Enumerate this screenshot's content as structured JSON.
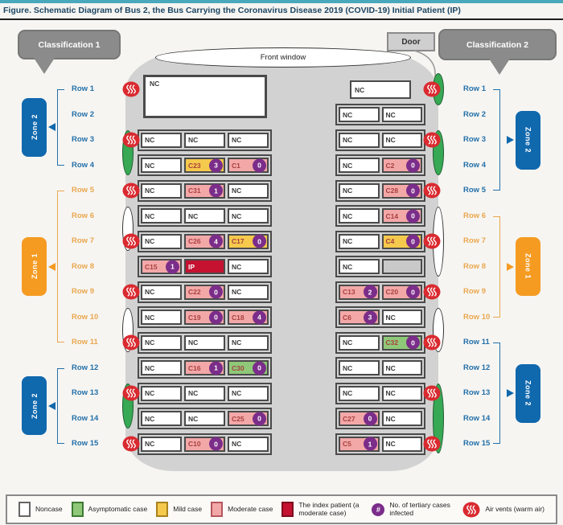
{
  "title": "Figure. Schematic Diagram of Bus 2, the Bus Carrying the Coronavirus Disease 2019 (COVID-19) Initial Patient (IP)",
  "labels": {
    "classification1": "Classification 1",
    "classification2": "Classification 2",
    "door": "Door",
    "front_window": "Front window"
  },
  "colors": {
    "zone2_blue": "#1068ad",
    "zone1_orange": "#f59b22",
    "row_label_blue": "#2470a8",
    "row_label_orange": "#eaa74e",
    "mild": "#f5c94c",
    "moderate": "#f3a8a8",
    "asymptomatic": "#8fc878",
    "index": "#c41230",
    "noncase": "#ffffff",
    "empty_seat": "#c9c9c9",
    "tertiary_purple": "#7b2d8a",
    "vent_red": "#d92a30",
    "case_label": "#a8403f",
    "bus_gray": "#d2d2d2"
  },
  "row_labels": [
    "Row 1",
    "Row 2",
    "Row 3",
    "Row 4",
    "Row 5",
    "Row 6",
    "Row 7",
    "Row 8",
    "Row 9",
    "Row 10",
    "Row 11",
    "Row 12",
    "Row 13",
    "Row 14",
    "Row 15"
  ],
  "zones": {
    "left": [
      {
        "label": "Zone 2",
        "type": "zone2",
        "rows": [
          1,
          4
        ]
      },
      {
        "label": "Zone 1",
        "type": "zone1",
        "rows": [
          5,
          11
        ]
      },
      {
        "label": "Zone 2",
        "type": "zone2",
        "rows": [
          12,
          15
        ]
      }
    ],
    "right": [
      {
        "label": "Zone 2",
        "type": "zone2",
        "rows": [
          1,
          5
        ]
      },
      {
        "label": "Zone 1",
        "type": "zone1",
        "rows": [
          6,
          10
        ]
      },
      {
        "label": "Zone 2",
        "type": "zone2",
        "rows": [
          11,
          15
        ]
      }
    ]
  },
  "seats_left": [
    {
      "row": "1-2",
      "seats": [
        {
          "label": "NC",
          "type": "noncase"
        }
      ]
    },
    {
      "row": "3",
      "seats": [
        {
          "label": "NC",
          "type": "noncase"
        },
        {
          "label": "NC",
          "type": "noncase"
        },
        {
          "label": "NC",
          "type": "noncase"
        }
      ]
    },
    {
      "row": "4",
      "seats": [
        {
          "label": "NC",
          "type": "noncase"
        },
        {
          "label": "C23",
          "type": "mild",
          "count": 3
        },
        {
          "label": "C1",
          "type": "moderate",
          "count": 0
        }
      ]
    },
    {
      "row": "5",
      "seats": [
        {
          "label": "NC",
          "type": "noncase"
        },
        {
          "label": "C31",
          "type": "moderate",
          "count": 1
        },
        {
          "label": "NC",
          "type": "noncase"
        }
      ]
    },
    {
      "row": "6",
      "seats": [
        {
          "label": "NC",
          "type": "noncase"
        },
        {
          "label": "NC",
          "type": "noncase"
        },
        {
          "label": "NC",
          "type": "noncase"
        }
      ]
    },
    {
      "row": "7",
      "seats": [
        {
          "label": "NC",
          "type": "noncase"
        },
        {
          "label": "C26",
          "type": "moderate",
          "count": 4
        },
        {
          "label": "C17",
          "type": "mild",
          "count": 0
        }
      ]
    },
    {
      "row": "8",
      "seats": [
        {
          "label": "C15",
          "type": "moderate",
          "count": 1
        },
        {
          "label": "IP",
          "type": "index"
        },
        {
          "label": "NC",
          "type": "noncase"
        }
      ]
    },
    {
      "row": "9",
      "seats": [
        {
          "label": "NC",
          "type": "noncase"
        },
        {
          "label": "C22",
          "type": "moderate",
          "count": 0
        },
        {
          "label": "NC",
          "type": "noncase"
        }
      ]
    },
    {
      "row": "10",
      "seats": [
        {
          "label": "NC",
          "type": "noncase"
        },
        {
          "label": "C19",
          "type": "moderate",
          "count": 0
        },
        {
          "label": "C18",
          "type": "moderate",
          "count": 4
        }
      ]
    },
    {
      "row": "11",
      "seats": [
        {
          "label": "NC",
          "type": "noncase"
        },
        {
          "label": "NC",
          "type": "noncase"
        },
        {
          "label": "NC",
          "type": "noncase"
        }
      ]
    },
    {
      "row": "12",
      "seats": [
        {
          "label": "NC",
          "type": "noncase"
        },
        {
          "label": "C16",
          "type": "moderate",
          "count": 1
        },
        {
          "label": "C30",
          "type": "asymptomatic",
          "count": 0
        }
      ]
    },
    {
      "row": "13",
      "seats": [
        {
          "label": "NC",
          "type": "noncase"
        },
        {
          "label": "NC",
          "type": "noncase"
        },
        {
          "label": "NC",
          "type": "noncase"
        }
      ]
    },
    {
      "row": "14",
      "seats": [
        {
          "label": "NC",
          "type": "noncase"
        },
        {
          "label": "NC",
          "type": "noncase"
        },
        {
          "label": "C25",
          "type": "moderate",
          "count": 0
        }
      ]
    },
    {
      "row": "15",
      "seats": [
        {
          "label": "NC",
          "type": "noncase"
        },
        {
          "label": "C10",
          "type": "moderate",
          "count": 0
        },
        {
          "label": "NC",
          "type": "noncase"
        }
      ]
    }
  ],
  "seats_right": [
    {
      "row": "1",
      "seats": [
        {
          "label": "NC",
          "type": "noncase"
        }
      ]
    },
    {
      "row": "2",
      "seats": [
        {
          "label": "NC",
          "type": "noncase"
        },
        {
          "label": "NC",
          "type": "noncase"
        }
      ]
    },
    {
      "row": "3",
      "seats": [
        {
          "label": "NC",
          "type": "noncase"
        },
        {
          "label": "NC",
          "type": "noncase"
        }
      ]
    },
    {
      "row": "4",
      "seats": [
        {
          "label": "NC",
          "type": "noncase"
        },
        {
          "label": "C2",
          "type": "moderate",
          "count": 0
        }
      ]
    },
    {
      "row": "5",
      "seats": [
        {
          "label": "NC",
          "type": "noncase"
        },
        {
          "label": "C28",
          "type": "moderate",
          "count": 0
        }
      ]
    },
    {
      "row": "6",
      "seats": [
        {
          "label": "NC",
          "type": "noncase"
        },
        {
          "label": "C14",
          "type": "moderate",
          "count": 0
        }
      ]
    },
    {
      "row": "7",
      "seats": [
        {
          "label": "NC",
          "type": "noncase"
        },
        {
          "label": "C4",
          "type": "mild",
          "count": 0
        }
      ]
    },
    {
      "row": "8",
      "seats": [
        {
          "label": "NC",
          "type": "noncase"
        },
        {
          "type": "empty"
        }
      ]
    },
    {
      "row": "9",
      "seats": [
        {
          "label": "C13",
          "type": "moderate",
          "count": 2
        },
        {
          "label": "C20",
          "type": "moderate",
          "count": 0
        }
      ]
    },
    {
      "row": "10",
      "seats": [
        {
          "label": "C6",
          "type": "moderate",
          "count": 3
        },
        {
          "label": "NC",
          "type": "noncase"
        }
      ]
    },
    {
      "row": "11",
      "seats": [
        {
          "label": "NC",
          "type": "noncase"
        },
        {
          "label": "C32",
          "type": "asymptomatic",
          "count": 0
        }
      ]
    },
    {
      "row": "12",
      "seats": [
        {
          "label": "NC",
          "type": "noncase"
        },
        {
          "label": "NC",
          "type": "noncase"
        }
      ]
    },
    {
      "row": "13",
      "seats": [
        {
          "label": "NC",
          "type": "noncase"
        },
        {
          "label": "NC",
          "type": "noncase"
        }
      ]
    },
    {
      "row": "14",
      "seats": [
        {
          "label": "C27",
          "type": "moderate",
          "count": 0
        },
        {
          "label": "NC",
          "type": "noncase"
        }
      ]
    },
    {
      "row": "15",
      "seats": [
        {
          "label": "C5",
          "type": "moderate",
          "count": 1
        },
        {
          "label": "NC",
          "type": "noncase"
        }
      ]
    }
  ],
  "vents": {
    "left_rows": [
      1,
      3,
      5,
      7,
      9,
      11,
      13,
      15
    ],
    "right_rows": [
      1,
      3,
      5,
      7,
      9,
      11,
      13,
      15
    ]
  },
  "windows": {
    "left": [
      {
        "rows": [
          3,
          4
        ],
        "color": "green"
      },
      {
        "rows": [
          6,
          7
        ],
        "color": "white"
      },
      {
        "rows": [
          10,
          11
        ],
        "color": "white"
      },
      {
        "rows": [
          13,
          14
        ],
        "color": "green"
      }
    ],
    "right": [
      {
        "rows": [
          1,
          1
        ],
        "color": "green",
        "pad": 20
      },
      {
        "rows": [
          3,
          4
        ],
        "color": "green"
      },
      {
        "rows": [
          6,
          8
        ],
        "color": "white"
      },
      {
        "rows": [
          10,
          11
        ],
        "color": "white"
      },
      {
        "rows": [
          13,
          15
        ],
        "color": "green"
      }
    ]
  },
  "legend": {
    "items": [
      {
        "key": "noncase",
        "label": "Noncase"
      },
      {
        "key": "asymptomatic",
        "label": "Asymptomatic case"
      },
      {
        "key": "mild",
        "label": "Mild case"
      },
      {
        "key": "moderate",
        "label": "Moderate case"
      },
      {
        "key": "index",
        "label": "The index patient (a moderate case)"
      },
      {
        "key": "tertiary",
        "label": "No. of tertiary cases infected",
        "symbol": "#"
      },
      {
        "key": "vent",
        "label": "Air vents (warm air)"
      }
    ]
  }
}
